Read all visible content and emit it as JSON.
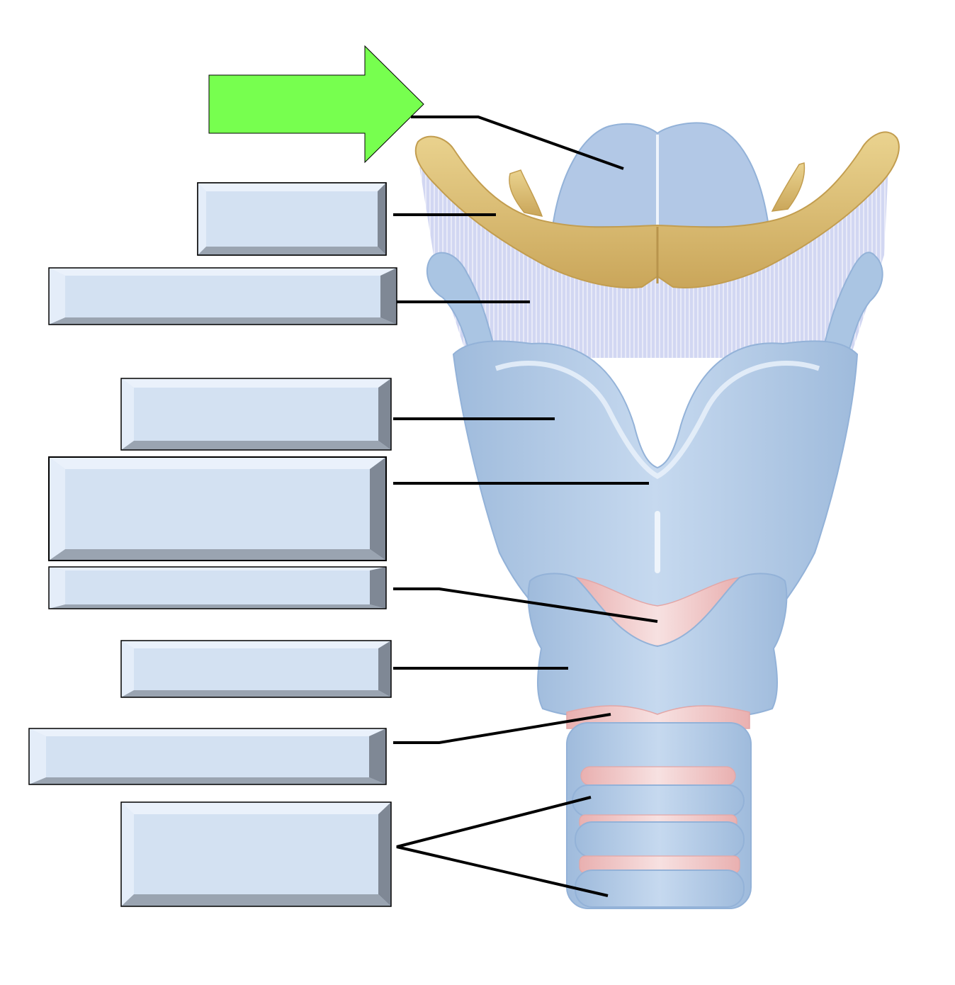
{
  "diagram": {
    "colors": {
      "cartilage_blue": "#a9c4e2",
      "cartilage_light": "#c8daf0",
      "hyoid_bone": "#d8b86a",
      "membrane": "#c9cff0",
      "ligament_pink": "#f2c7c7",
      "label_box_face": "#d3e1f2",
      "arrow_green": "#77ff4f",
      "leader_line": "#000000"
    },
    "arrow": {
      "label": ""
    },
    "labels": [
      {
        "id": "hyoid-bone-label",
        "text": ""
      },
      {
        "id": "thyrohyoid-membrane-label",
        "text": ""
      },
      {
        "id": "thyroid-cartilage-label",
        "text": ""
      },
      {
        "id": "laryngeal-prominence-label",
        "text": ""
      },
      {
        "id": "cricothyroid-ligament-label",
        "text": ""
      },
      {
        "id": "cricoid-cartilage-label",
        "text": ""
      },
      {
        "id": "cricotracheal-ligament-label",
        "text": ""
      },
      {
        "id": "tracheal-cartilages-label",
        "text": ""
      }
    ]
  }
}
